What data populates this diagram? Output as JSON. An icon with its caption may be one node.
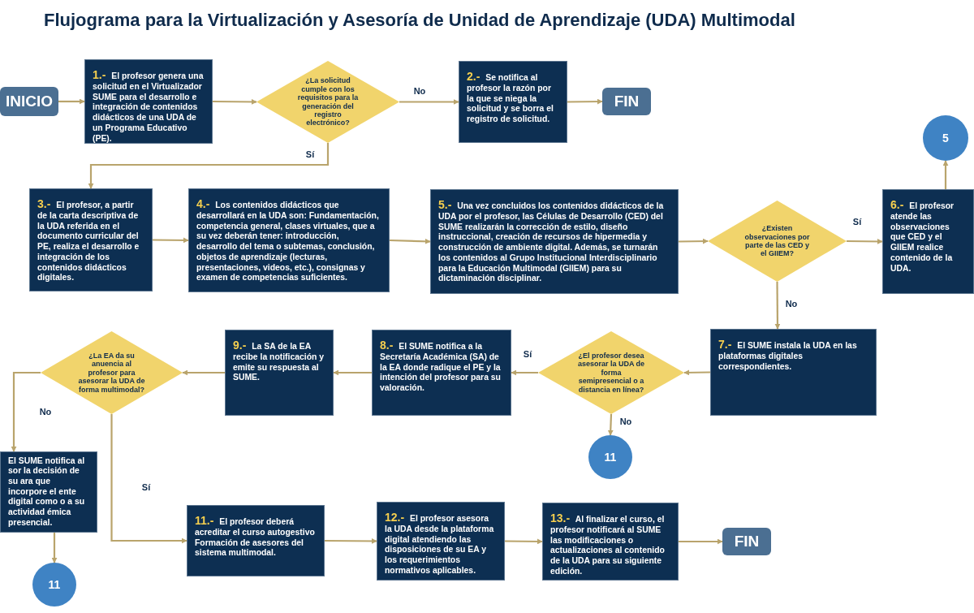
{
  "diagram": {
    "title": "Flujograma para la Virtualización y Asesoría de Unidad de Aprendizaje (UDA) Multimodal",
    "nodes": [
      {
        "text": [
          "INICIO"
        ]
      },
      {
        "text": [
          "1.-",
          "El profesor genera una solicitud en el Virtualizador SUME para el desarrollo e integración de contenidos didácticos de una UDA de un Programa Educativo (PE)."
        ]
      },
      {
        "text": [
          "¿La solicitud cumple con los requisitos para la generación del registro electrónico?"
        ]
      },
      {
        "text": [
          "2.-",
          "Se notifica al profesor la razón por la que se niega la solicitud y se borra el registro de solicitud."
        ]
      },
      {
        "text": [
          "FIN"
        ]
      },
      {
        "text": [
          "5"
        ]
      },
      {
        "text": [
          "3.-",
          "El profesor, a partir de la carta descriptiva de la UDA referida en el documento curricular del PE, realiza el desarrollo e integración de los contenidos didácticos digitales."
        ]
      },
      {
        "text": [
          "4.-",
          "Los contenidos didácticos que desarrollará en la UDA son: Fundamentación, competencia general, clases virtuales, que a su vez deberán tener: introducción, desarrollo del tema o subtemas, conclusión, objetos de aprendizaje (lecturas, presentaciones, videos, etc.), consignas y examen de competencias suficientes."
        ]
      },
      {
        "text": [
          "5.-",
          "Una vez concluidos los contenidos didácticos de la UDA por el profesor, las Células de Desarrollo (CED) del SUME realizarán la corrección de estilo, diseño instruccional, creación de recursos de hipermedia y construcción de ambiente digital. Además, se turnarán los contenidos al Grupo Institucional Interdisciplinario para la Educación Multimodal (GIIEM) para su dictaminación disciplinar."
        ]
      },
      {
        "text": [
          "¿Existen observaciones por parte de las CED y el GIIEM?"
        ]
      },
      {
        "text": [
          "6.-",
          "El profesor atende las observaciones que CED y el GIIEM realice contenido de la UDA."
        ]
      },
      {
        "text": [
          "7.-",
          "El SUME instala la UDA en las plataformas digitales correspondientes."
        ]
      },
      {
        "text": [
          "¿El profesor desea asesorar la UDA de forma semipresencial o a distancia en línea?"
        ]
      },
      {
        "text": [
          "11"
        ]
      },
      {
        "text": [
          "8.-",
          "El SUME notifica a la Secretaría Académica (SA) de la EA donde radique el PE y la intención del profesor para su valoración."
        ]
      },
      {
        "text": [
          "9.-",
          "La SA de la EA recibe la notificación y emite su respuesta al SUME."
        ]
      },
      {
        "text": [
          "¿La EA da su anuencia al profesor para asesorar la UDA de forma multimodal?"
        ]
      },
      {
        "text": [
          "El SUME notifica al sor la decisión de su ara que incorpore el ente digital como o a su actividad émica presencial."
        ]
      },
      {
        "text": [
          "11"
        ]
      },
      {
        "text": [
          "11.-",
          "El profesor deberá acreditar el curso autogestivo Formación de asesores del sistema multimodal."
        ]
      },
      {
        "text": [
          "12.-",
          "El profesor asesora la UDA desde la plataforma digital atendiendo las disposiciones de su EA y los requerimientos normativos aplicables."
        ]
      },
      {
        "text": [
          "13.-",
          "Al finalizar el curso, el profesor notificará al SUME las modificaciones o actualizaciones al contenido de la UDA para su siguiente edición."
        ]
      },
      {
        "text": [
          "FIN"
        ]
      }
    ],
    "edges": [
      {
        "from": 0,
        "to": 1,
        "arrow": "to"
      },
      {
        "from": 1,
        "to": 2,
        "arrow": "to"
      },
      {
        "from": 2,
        "to": 3,
        "arrow": "to",
        "label": "No"
      },
      {
        "from": 3,
        "to": 4,
        "arrow": "to"
      },
      {
        "from": 2,
        "to": 6,
        "arrow": "to",
        "label": "Sí"
      },
      {
        "from": 6,
        "to": 7,
        "arrow": "to"
      },
      {
        "from": 7,
        "to": 8,
        "arrow": "to"
      },
      {
        "from": 8,
        "to": 9,
        "arrow": "to"
      },
      {
        "from": 9,
        "to": 10,
        "arrow": "to",
        "label": "Sí"
      },
      {
        "from": 10,
        "to": 5,
        "arrow": "to"
      },
      {
        "from": 9,
        "to": 11,
        "arrow": "to",
        "label": "No"
      },
      {
        "from": 11,
        "to": 12,
        "arrow": "to"
      },
      {
        "from": 12,
        "to": 13,
        "arrow": "to",
        "label": "No"
      },
      {
        "from": 12,
        "to": 14,
        "arrow": "to",
        "label": "Sí"
      },
      {
        "from": 14,
        "to": 15,
        "arrow": "to"
      },
      {
        "from": 15,
        "to": 16,
        "arrow": "to"
      },
      {
        "from": 16,
        "to": 17,
        "arrow": "to",
        "label": "No"
      },
      {
        "from": 17,
        "to": 18,
        "arrow": "to"
      },
      {
        "from": 16,
        "to": 19,
        "arrow": "to",
        "label": "Sí"
      },
      {
        "from": 19,
        "to": 20,
        "arrow": "to"
      },
      {
        "from": 20,
        "to": 21,
        "arrow": "to"
      },
      {
        "from": 21,
        "to": 22,
        "arrow": "to"
      }
    ]
  }
}
